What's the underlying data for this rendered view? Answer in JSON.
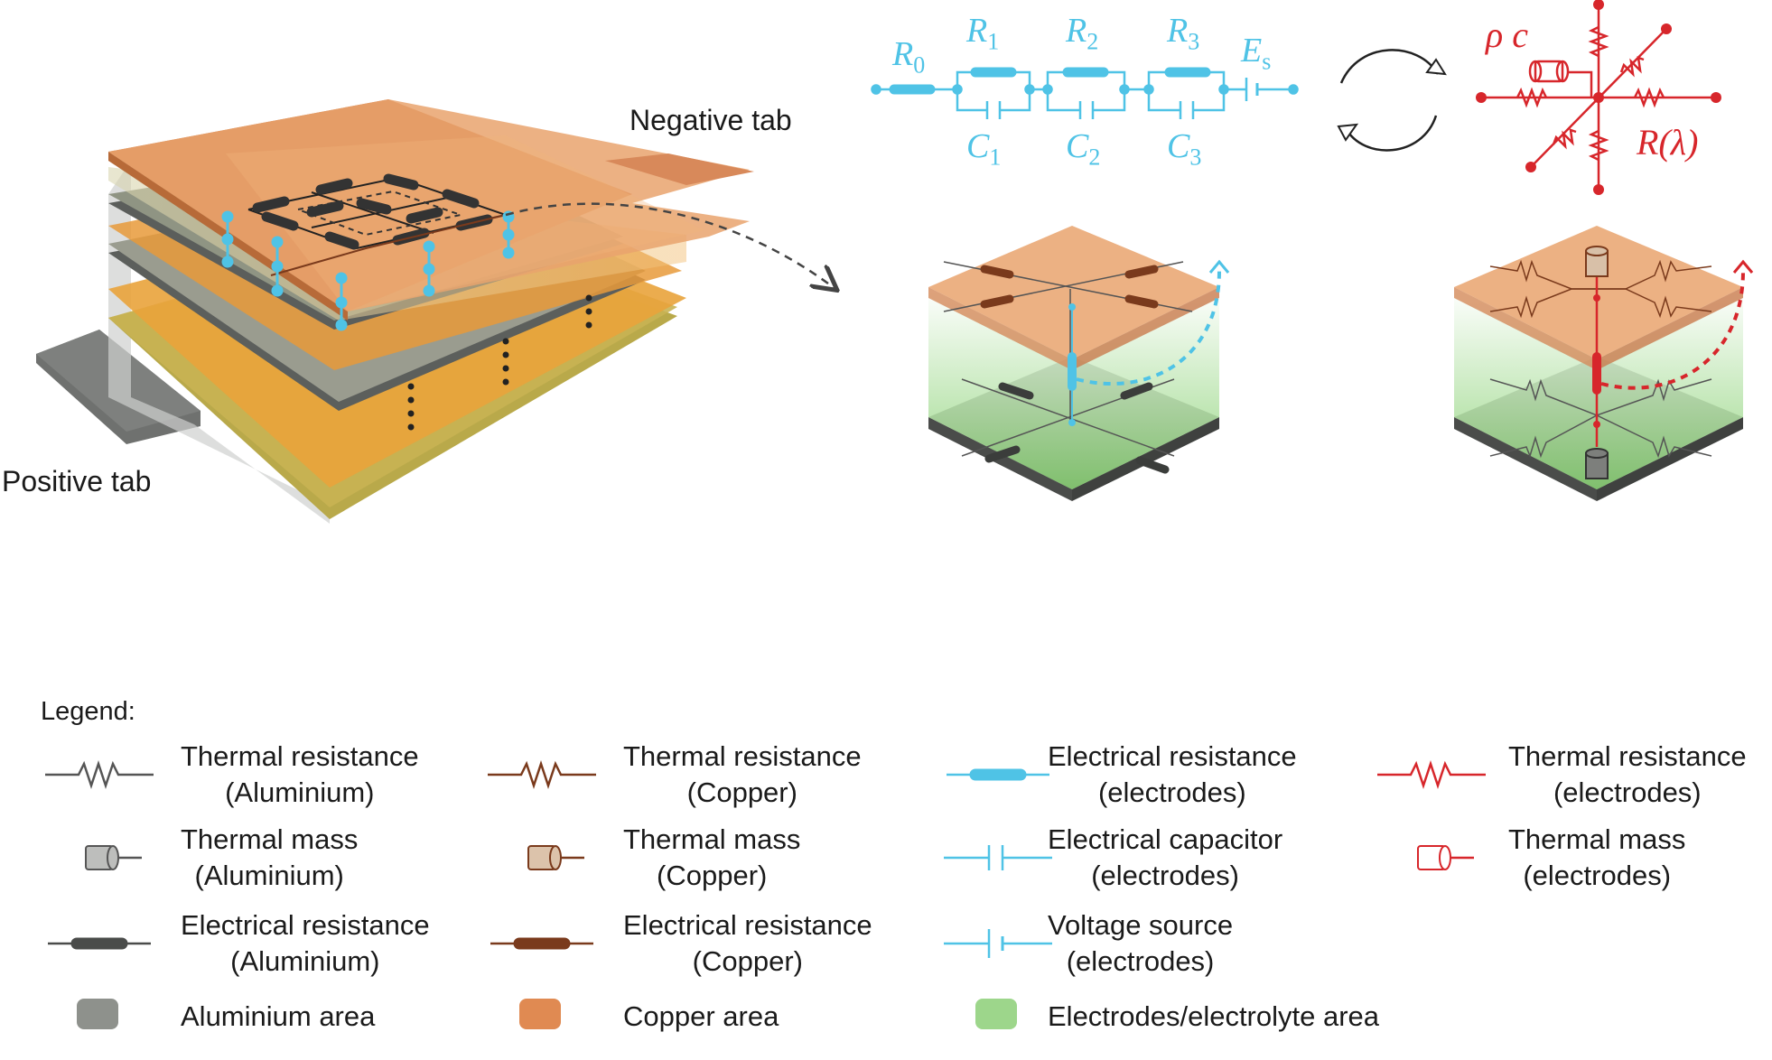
{
  "labels": {
    "negative_tab": "Negative tab",
    "positive_tab": "Positive tab",
    "legend_title": "Legend:"
  },
  "circuit": {
    "R0": {
      "base": "R",
      "sub": "0"
    },
    "R1": {
      "base": "R",
      "sub": "1"
    },
    "R2": {
      "base": "R",
      "sub": "2"
    },
    "R3": {
      "base": "R",
      "sub": "3"
    },
    "Es": {
      "base": "E",
      "sub": "s"
    },
    "C1": {
      "base": "C",
      "sub": "1"
    },
    "C2": {
      "base": "C",
      "sub": "2"
    },
    "C3": {
      "base": "C",
      "sub": "3"
    }
  },
  "thermal": {
    "rho_c": "ρ c",
    "r_lambda": "R(λ)"
  },
  "colors": {
    "electrode_blue": "#4fc3e6",
    "thermal_red": "#d7262b",
    "copper": "#e08a52",
    "aluminium": "#8e918c",
    "electrolyte": "#9dd68b",
    "copper_dark": "#7a3a1c"
  },
  "legend": [
    {
      "symbol": "thermal-resistance-aluminium-icon",
      "line1": "Thermal resistance",
      "line2": "(Aluminium)"
    },
    {
      "symbol": "thermal-resistance-copper-icon",
      "line1": "Thermal resistance",
      "line2": "(Copper)"
    },
    {
      "symbol": "electrical-resistance-electrodes-icon",
      "line1": "Electrical resistance",
      "line2": "(electrodes)"
    },
    {
      "symbol": "thermal-resistance-electrodes-icon",
      "line1": "Thermal resistance",
      "line2": "(electrodes)"
    },
    {
      "symbol": "thermal-mass-aluminium-icon",
      "line1": "Thermal mass",
      "line2": "(Aluminium)"
    },
    {
      "symbol": "thermal-mass-copper-icon",
      "line1": "Thermal mass",
      "line2": "(Copper)"
    },
    {
      "symbol": "electrical-capacitor-electrodes-icon",
      "line1": "Electrical capacitor",
      "line2": "(electrodes)"
    },
    {
      "symbol": "thermal-mass-electrodes-icon",
      "line1": "Thermal mass",
      "line2": "(electrodes)"
    },
    {
      "symbol": "electrical-resistance-aluminium-icon",
      "line1": "Electrical resistance",
      "line2": "(Aluminium)"
    },
    {
      "symbol": "electrical-resistance-copper-icon",
      "line1": "Electrical resistance",
      "line2": "(Copper)"
    },
    {
      "symbol": "voltage-source-electrodes-icon",
      "line1": "Voltage source",
      "line2": "(electrodes)"
    },
    {
      "symbol": "aluminium-area-swatch-icon",
      "line1": "Aluminium area",
      "line2": ""
    },
    {
      "symbol": "copper-area-swatch-icon",
      "line1": "Copper area",
      "line2": ""
    },
    {
      "symbol": "electrolyte-area-swatch-icon",
      "line1": "Electrodes/electrolyte area",
      "line2": ""
    }
  ]
}
